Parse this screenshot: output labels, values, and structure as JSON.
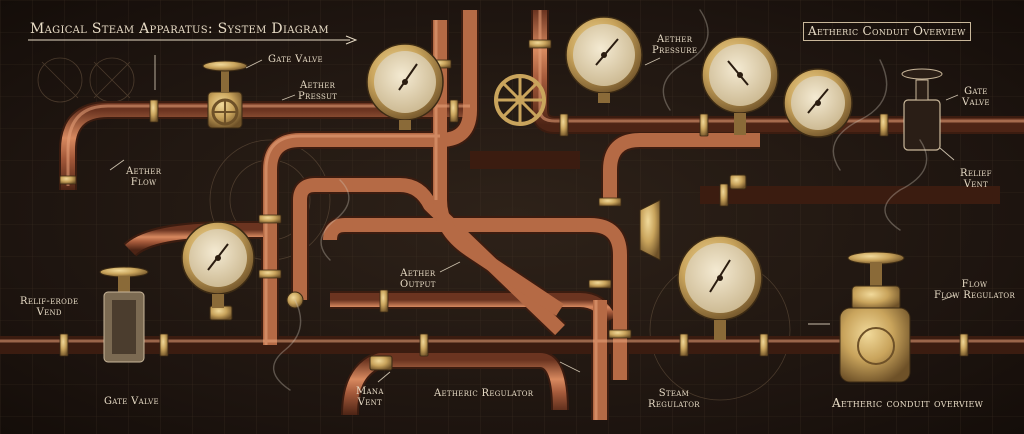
{
  "title": "Magical Steam Apparatus: System Diagram",
  "overview_top": "Aetheric Conduit Overview",
  "overview_bottom": "Aetheric conduit overview",
  "labels": {
    "gate_valve_top": "Gate Valve",
    "aether_pressut_1": "Aether",
    "aether_pressut_2": "Pressut",
    "aether_pressure_1": "Aether",
    "aether_pressure_2": "Pressure",
    "gate_valve_right_1": "Gate",
    "gate_valve_right_2": "Valve",
    "aether_flow_1": "Aether",
    "aether_flow_2": "Flow",
    "relief_vent_1": "Relief",
    "relief_vent_2": "Vent",
    "relief_erode_1": "Relif-erode",
    "relief_erode_2": "Vend",
    "aether_output_1": "Aether",
    "aether_output_2": "Output",
    "flow_regulator_1": "Flow",
    "flow_regulator_2": "Flow Regulator",
    "gate_valve_bottom": "Gate Valve",
    "mana_vent_1": "Mana",
    "mana_vent_2": "Vent",
    "aetheric_regulator": "Aetheric Regulator",
    "steam_regulator_1": "Steam",
    "steam_regulator_2": "Regulator"
  },
  "colors": {
    "background": "#1e1510",
    "copper": "#a4593a",
    "brass": "#c9a45c",
    "label": "#e8dcc6"
  }
}
